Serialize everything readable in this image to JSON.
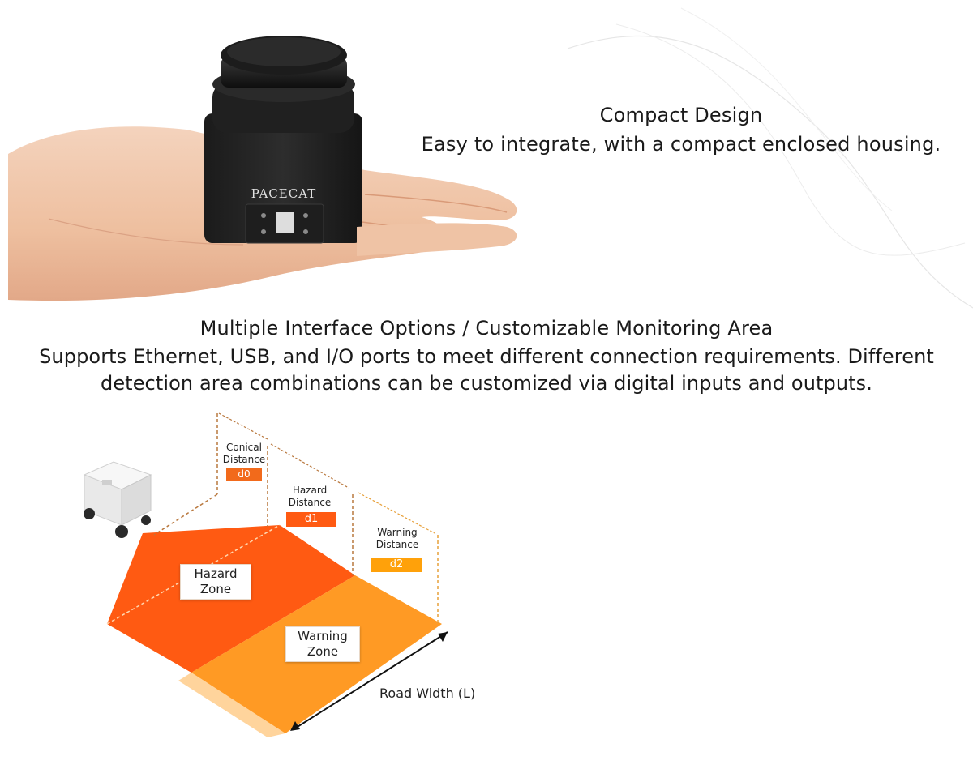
{
  "brand": {
    "logo_text": "PACECAT"
  },
  "compact": {
    "title": "Compact Design",
    "description": "Easy to integrate, with a compact enclosed housing."
  },
  "interface": {
    "title": "Multiple Interface Options / Customizable Monitoring Area",
    "description_line1": "Supports Ethernet, USB, and I/O ports to meet different connection requirements. Different",
    "description_line2": "detection area combinations can be customized via digital inputs and outputs."
  },
  "diagram": {
    "conical_label_line1": "Conical",
    "conical_label_line2": "Distance",
    "conical_badge": "d0",
    "hazard_label_line1": "Hazard",
    "hazard_label_line2": "Distance",
    "hazard_badge": "d1",
    "warning_label_line1": "Warning",
    "warning_label_line2": "Distance",
    "warning_badge": "d2",
    "hazard_zone_line1": "Hazard",
    "hazard_zone_line2": "Zone",
    "warning_zone_line1": "Warning",
    "warning_zone_line2": "Zone",
    "road_width": "Road Width (L)"
  },
  "colors": {
    "hazard": "#ff5a12",
    "warning": "#ff9a24",
    "d0_badge": "#f26a1b",
    "d1_badge": "#ff5a12",
    "d2_badge": "#ffa10a",
    "dash_dark": "#b9783e",
    "dash_warning": "#e7a03a"
  },
  "icons": {
    "device": "lidar-sensor-icon",
    "hand": "hand-icon",
    "robot": "agv-robot-icon"
  }
}
